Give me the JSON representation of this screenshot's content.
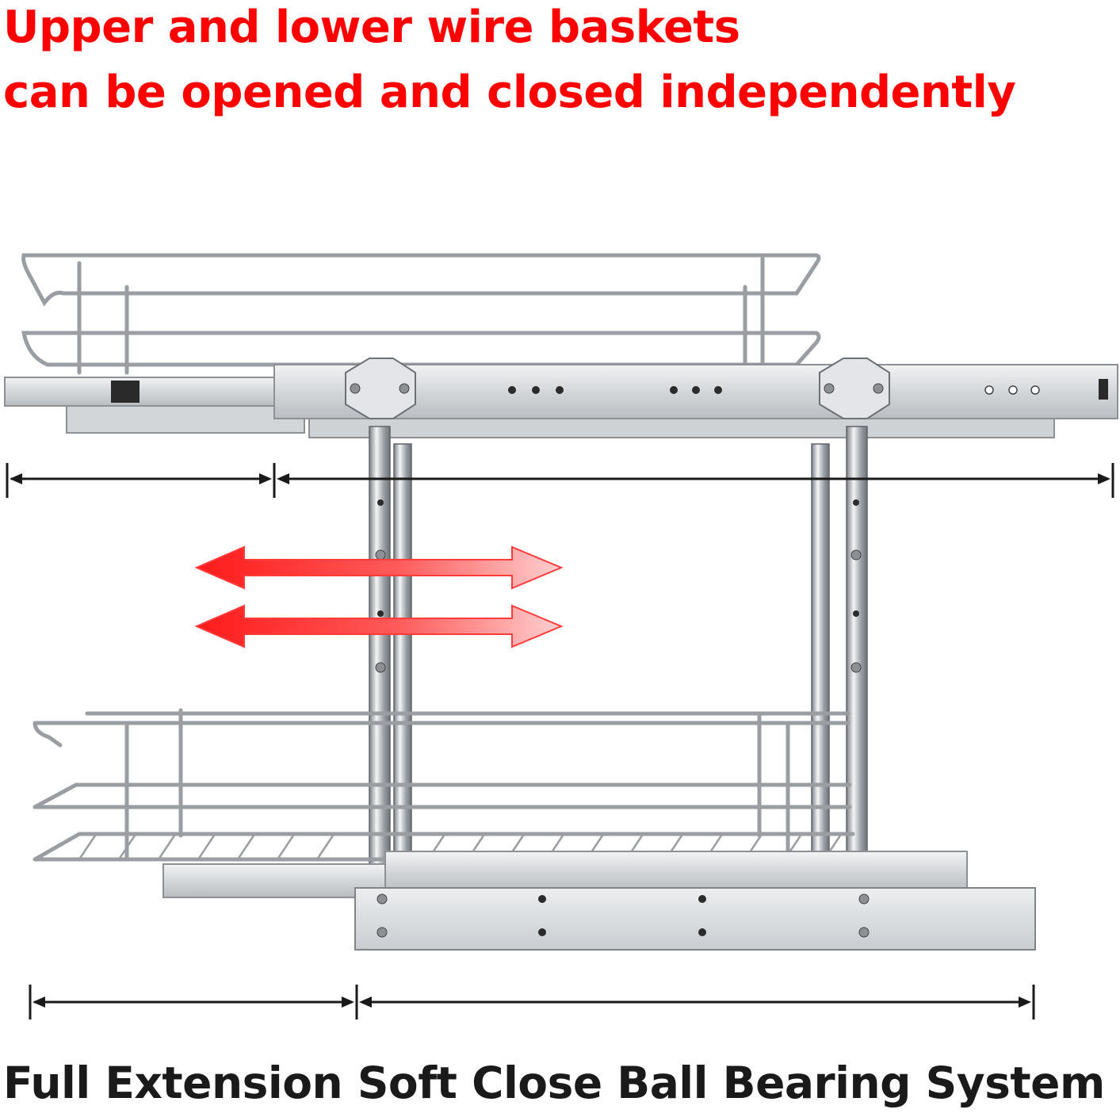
{
  "headline": {
    "line1": "Upper and lower wire baskets",
    "line2": "can be opened and closed independently"
  },
  "caption": "Full Extension Soft Close Ball Bearing System",
  "colors": {
    "headline": "#ff0000",
    "caption": "#1a1a1a",
    "arrow": "#ff2a2a",
    "chrome": "#9a9ea3",
    "rail": "#d9dcdf"
  },
  "icons": {
    "upper_basket": "wire-basket-icon",
    "lower_basket": "wire-basket-icon",
    "arrows": "double-headed-arrow-icon",
    "dimension": "dimension-line-icon"
  }
}
